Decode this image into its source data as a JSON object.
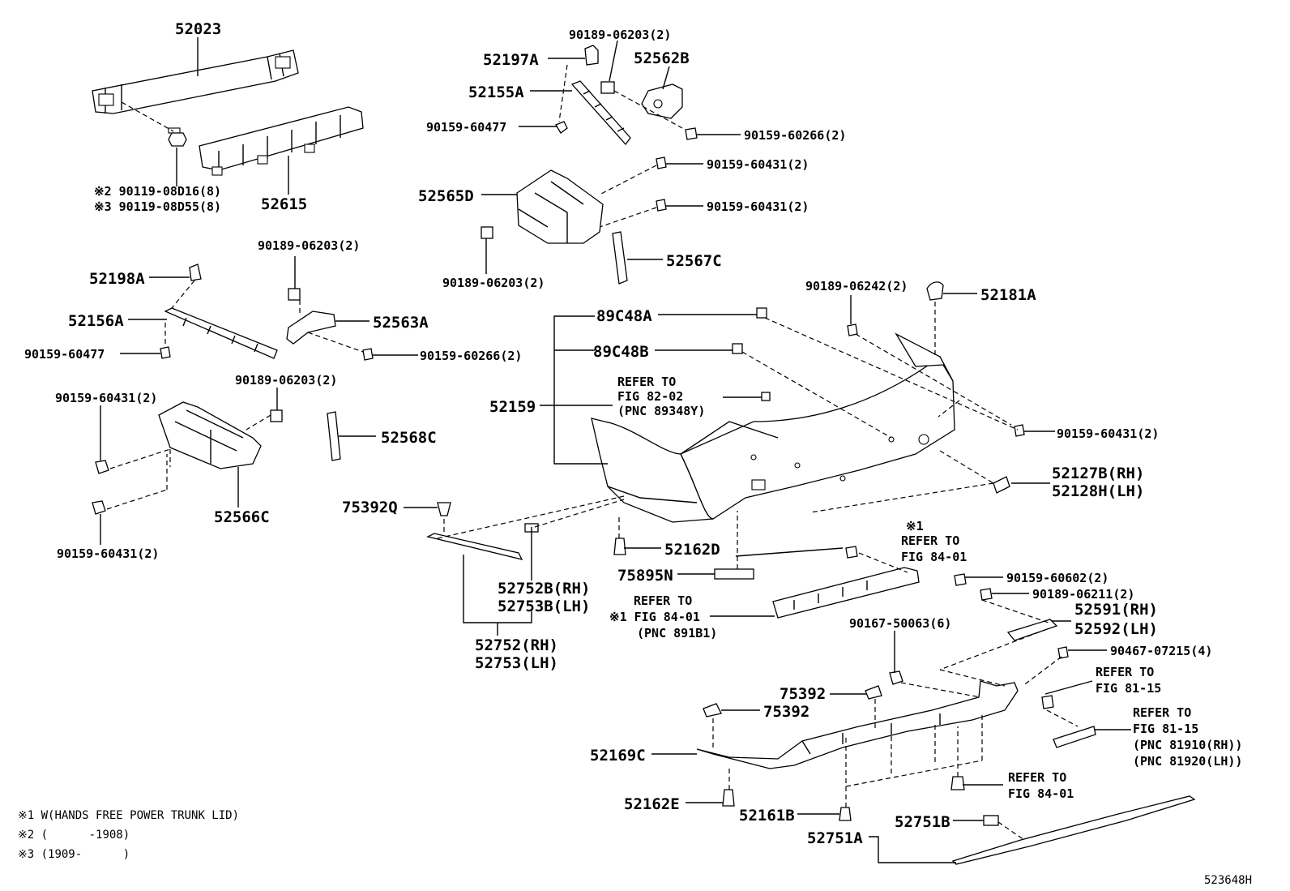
{
  "labels": [
    {
      "id": "52023",
      "text": "52023"
    },
    {
      "id": "52615",
      "text": "52615"
    },
    {
      "id": "n2",
      "text": "※2 90119-08D16(8)"
    },
    {
      "id": "n3",
      "text": "※3 90119-08D55(8)"
    },
    {
      "id": "52197A",
      "text": "52197A"
    },
    {
      "id": "52155A",
      "text": "52155A"
    },
    {
      "id": "90189-top",
      "text": "90189-06203(2)"
    },
    {
      "id": "52562B",
      "text": "52562B"
    },
    {
      "id": "90159-477a",
      "text": "90159-60477"
    },
    {
      "id": "90159-266a",
      "text": "90159-60266(2)"
    },
    {
      "id": "90159-431a",
      "text": "90159-60431(2)"
    },
    {
      "id": "52565D",
      "text": "52565D"
    },
    {
      "id": "90159-431b",
      "text": "90159-60431(2)"
    },
    {
      "id": "90189-mid",
      "text": "90189-06203(2)"
    },
    {
      "id": "52567C",
      "text": "52567C"
    },
    {
      "id": "90189-left",
      "text": "90189-06203(2)"
    },
    {
      "id": "52198A",
      "text": "52198A"
    },
    {
      "id": "52156A",
      "text": "52156A"
    },
    {
      "id": "52563A",
      "text": "52563A"
    },
    {
      "id": "90159-477b",
      "text": "90159-60477"
    },
    {
      "id": "90159-266b",
      "text": "90159-60266(2)"
    },
    {
      "id": "90189-left2",
      "text": "90189-06203(2)"
    },
    {
      "id": "90159-431c",
      "text": "90159-60431(2)"
    },
    {
      "id": "52568C",
      "text": "52568C"
    },
    {
      "id": "52566C",
      "text": "52566C"
    },
    {
      "id": "90159-431d",
      "text": "90159-60431(2)"
    },
    {
      "id": "89C48A",
      "text": "89C48A"
    },
    {
      "id": "89C48B",
      "text": "89C48B"
    },
    {
      "id": "90189-242",
      "text": "90189-06242(2)"
    },
    {
      "id": "52181A",
      "text": "52181A"
    },
    {
      "id": "ref82a",
      "text": "REFER TO"
    },
    {
      "id": "ref82b",
      "text": "FIG 82-02"
    },
    {
      "id": "ref82c",
      "text": "(PNC 89348Y)"
    },
    {
      "id": "52159",
      "text": "52159"
    },
    {
      "id": "90159-431e",
      "text": "90159-60431(2)"
    },
    {
      "id": "52127B",
      "text": "52127B(RH)"
    },
    {
      "id": "52128H",
      "text": "52128H(LH)"
    },
    {
      "id": "75392Q",
      "text": "75392Q"
    },
    {
      "id": "52162D",
      "text": "52162D"
    },
    {
      "id": "ref84a0",
      "text": "※1"
    },
    {
      "id": "ref84a",
      "text": "REFER TO"
    },
    {
      "id": "ref84b",
      "text": "FIG 84-01"
    },
    {
      "id": "75895N",
      "text": "75895N"
    },
    {
      "id": "52752B",
      "text": "52752B(RH)"
    },
    {
      "id": "52753B",
      "text": "52753B(LH)"
    },
    {
      "id": "ref891a",
      "text": "REFER TO"
    },
    {
      "id": "ref891b",
      "text": "※1 FIG 84-01"
    },
    {
      "id": "ref891c",
      "text": "(PNC 891B1)"
    },
    {
      "id": "52752",
      "text": "52752(RH)"
    },
    {
      "id": "52753",
      "text": "52753(LH)"
    },
    {
      "id": "90159-602",
      "text": "90159-60602(2)"
    },
    {
      "id": "90189-211",
      "text": "90189-06211(2)"
    },
    {
      "id": "52591",
      "text": "52591(RH)"
    },
    {
      "id": "52592",
      "text": "52592(LH)"
    },
    {
      "id": "90167",
      "text": "90167-50063(6)"
    },
    {
      "id": "90467",
      "text": "90467-07215(4)"
    },
    {
      "id": "ref8115a",
      "text": "REFER TO"
    },
    {
      "id": "ref8115b",
      "text": "FIG 81-15"
    },
    {
      "id": "75392a",
      "text": "75392"
    },
    {
      "id": "75392b",
      "text": "75392"
    },
    {
      "id": "ref8115c",
      "text": "REFER TO"
    },
    {
      "id": "ref8115d",
      "text": "FIG 81-15"
    },
    {
      "id": "ref8115e",
      "text": "(PNC 81910(RH))"
    },
    {
      "id": "ref8115f",
      "text": "(PNC 81920(LH))"
    },
    {
      "id": "52169C",
      "text": "52169C"
    },
    {
      "id": "ref8401a",
      "text": "REFER TO"
    },
    {
      "id": "ref8401b",
      "text": "FIG 84-01"
    },
    {
      "id": "52162E",
      "text": "52162E"
    },
    {
      "id": "52161B",
      "text": "52161B"
    },
    {
      "id": "52751B",
      "text": "52751B"
    },
    {
      "id": "52751A",
      "text": "52751A"
    }
  ],
  "notes": [
    "※1 W(HANDS FREE POWER TRUNK LID)",
    "※2 (      -1908)",
    "※3 (1909-      )"
  ],
  "drawing_number": "523648H"
}
